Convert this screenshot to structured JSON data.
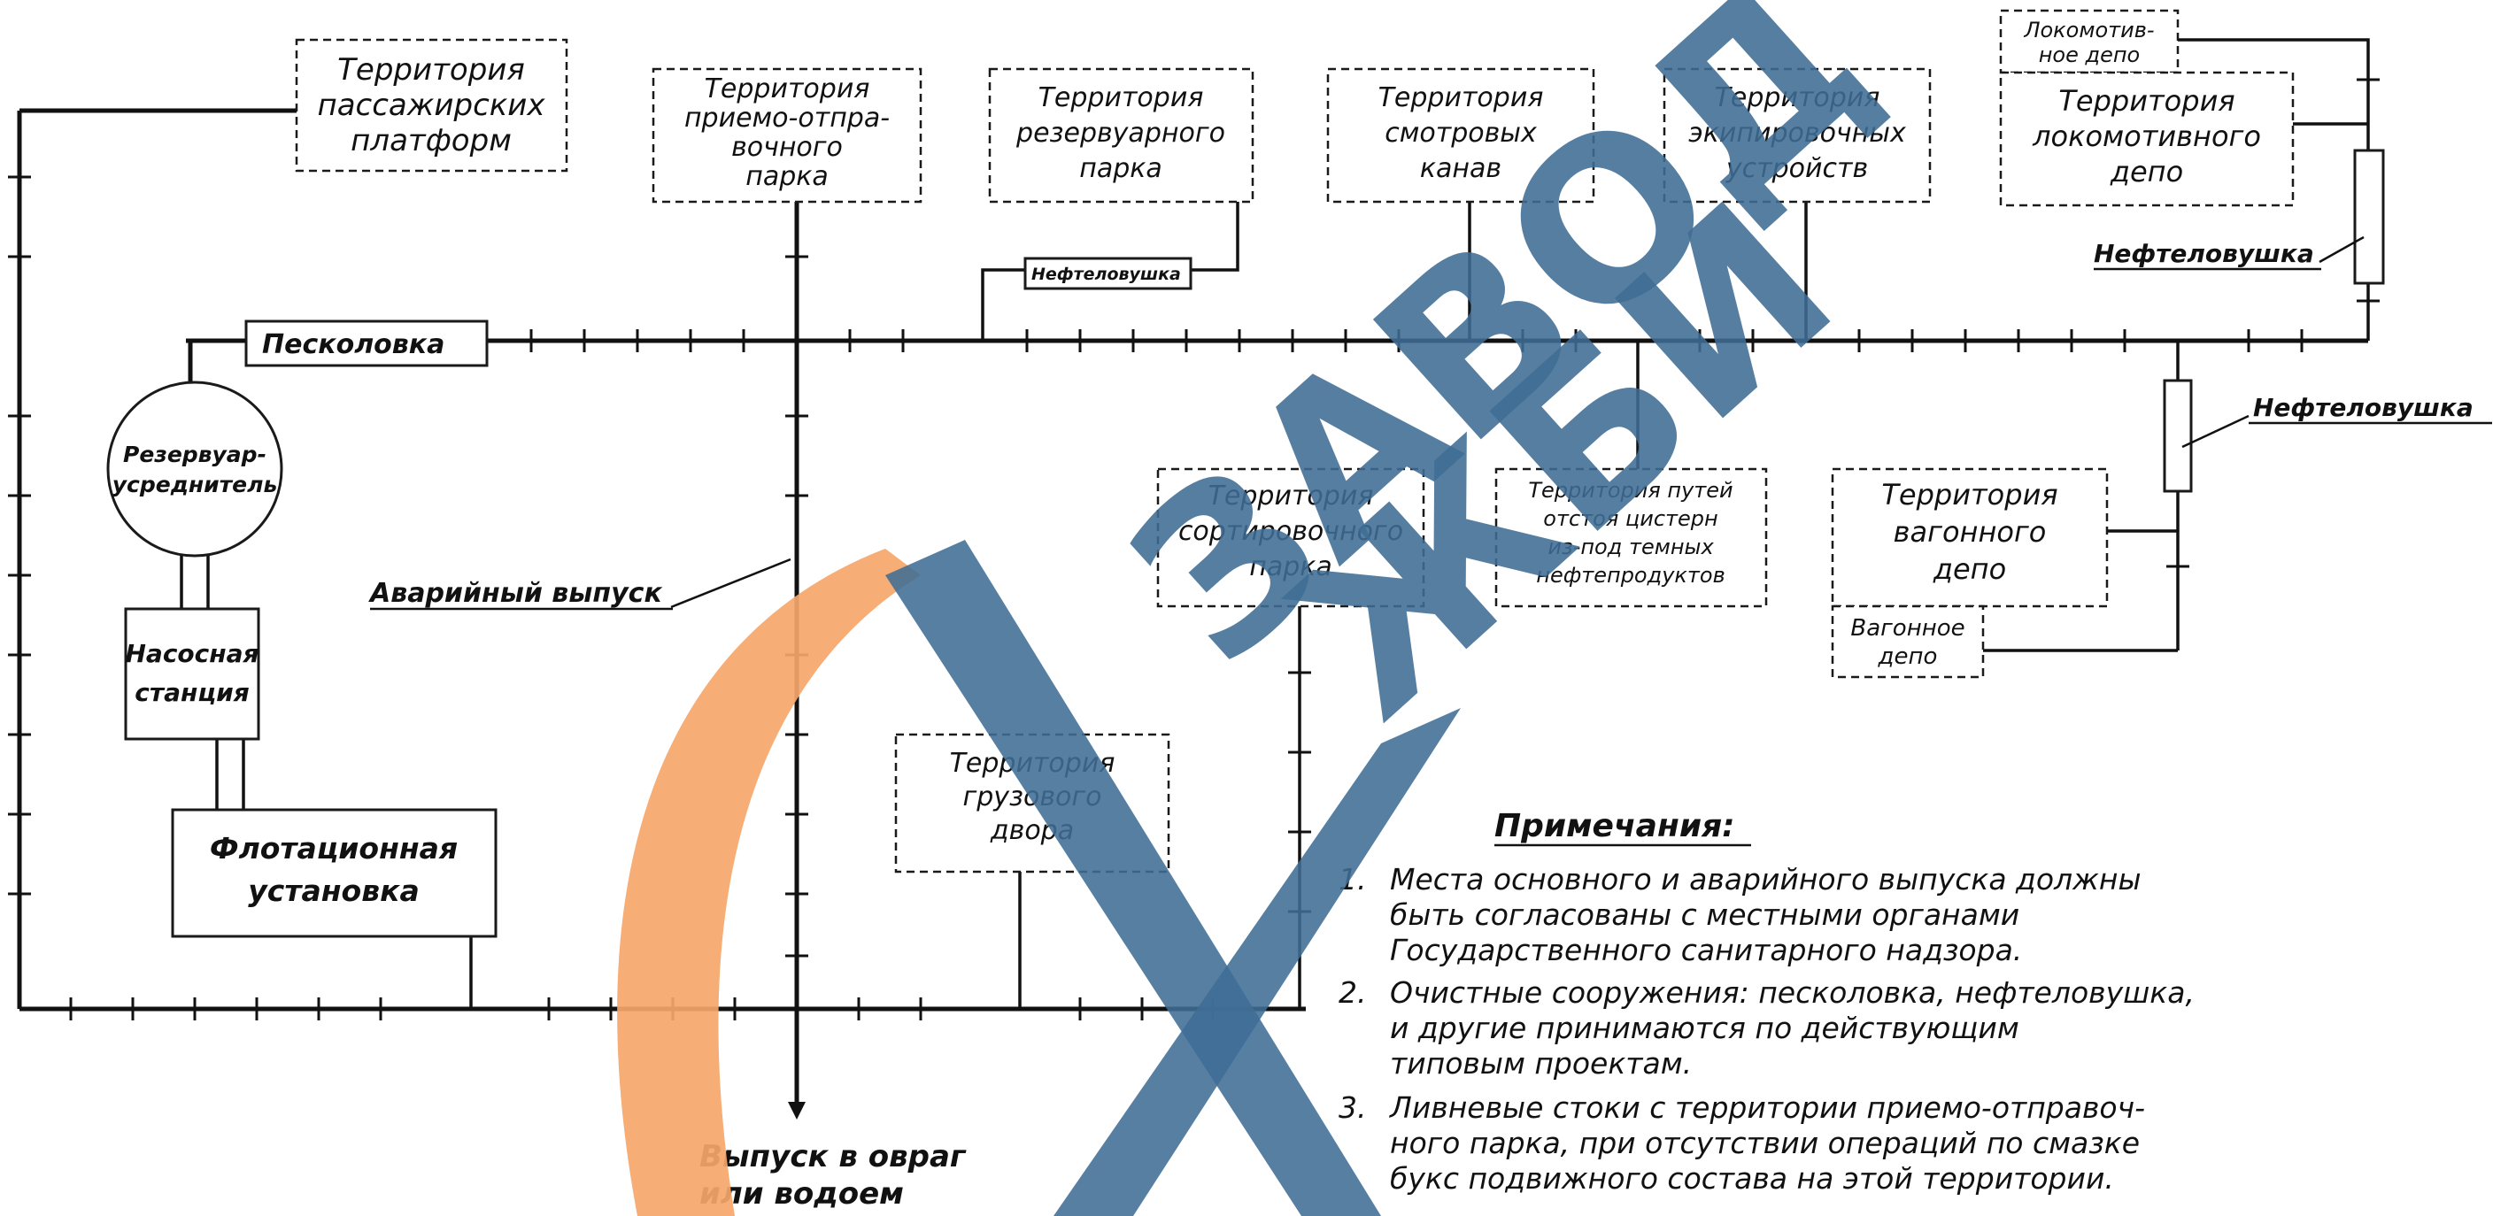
{
  "territories": {
    "passenger_platforms": [
      "Территория",
      "пассажирских",
      "платформ"
    ],
    "reception_departure_park": [
      "Территория",
      "приемо-отпра-",
      "вочного",
      "парка"
    ],
    "tank_park": [
      "Территория",
      "резервуарного",
      "парка"
    ],
    "inspection_pits": [
      "Территория",
      "смотровых",
      "канав"
    ],
    "equipping_devices": [
      "Территория",
      "экипировочных",
      "устройств"
    ],
    "locomotive_depot": [
      "Территория",
      "локомотивного",
      "депо"
    ],
    "sorting_park": [
      "Территория",
      "сортировочного",
      "парка"
    ],
    "tank_standby_tracks": [
      "Территория путей",
      "отстоя цистерн",
      "из-под темных",
      "нефтепродуктов"
    ],
    "car_depot": [
      "Территория",
      "вагонного",
      "депо"
    ],
    "freight_yard": [
      "Территория",
      "грузового",
      "двора"
    ]
  },
  "buildings": {
    "locomotive_depot_small": [
      "Локомотив-",
      "ное депо"
    ],
    "car_depot_small": [
      "Вагонное",
      "депо"
    ]
  },
  "facilities": {
    "sand_trap": "Песколовка",
    "tank_averager": [
      "Резервуар-",
      "усреднитель"
    ],
    "pump_station": [
      "Насосная",
      "станция"
    ],
    "flotation": [
      "Флотационная",
      "установка"
    ],
    "oil_trap_small": "Нефтеловушка"
  },
  "callouts": {
    "oil_trap_1": "Нефтеловушка",
    "oil_trap_2": "Нефтеловушка",
    "emergency_outlet": "Аварийный выпуск",
    "outlet": [
      "Выпуск в овраг",
      "или водоем"
    ]
  },
  "notes": {
    "title": "Примечания:",
    "items": [
      [
        "1.",
        "Места основного и аварийного выпуска должны",
        "быть согласованы с местными органами",
        "Государственного санитарного надзора."
      ],
      [
        "2.",
        "Очистные сооружения: песколовка, нефтеловушка,",
        "и другие принимаются по действующим",
        "типовым проектам."
      ],
      [
        "3.",
        "Ливневые стоки с территории приемо-отправоч-",
        "ного парка, при отсутствии операций по смазке",
        "букс подвижного состава на этой территории."
      ]
    ]
  },
  "watermark": {
    "text": [
      "ЗАВОД",
      "ЖБИ"
    ],
    "blue": "#3f6d95",
    "orange": "#f5a66a"
  }
}
